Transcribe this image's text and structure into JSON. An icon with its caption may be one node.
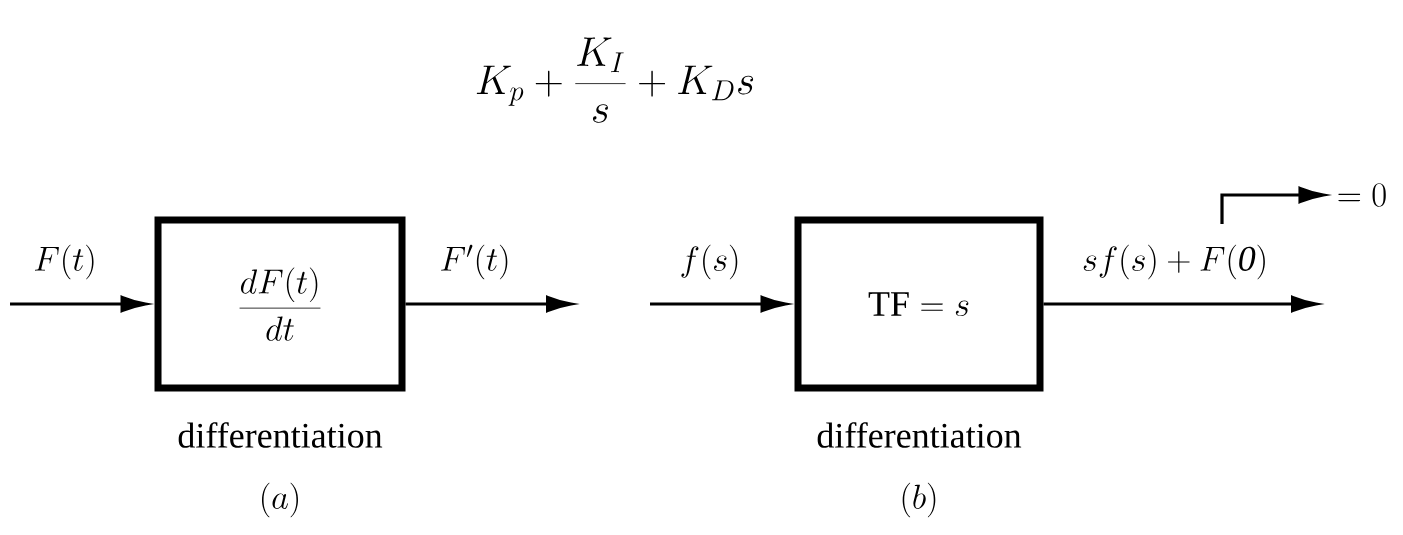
{
  "diagram": {
    "title": "K_p + \\frac{K_I}{s} + K_D s",
    "nodes": [
      {
        "text": [
          "\\frac{dF(t)}{dt}"
        ],
        "beside": [
          "differentiation"
        ]
      },
      {
        "text": [
          "\\mathrm{TF} = s"
        ],
        "beside": [
          "differentiation"
        ]
      },
      {
        "text": [
          "=0"
        ]
      }
    ],
    "edges": [
      {
        "from": null,
        "to": 0,
        "arrow": "to",
        "label": "F(t)"
      },
      {
        "from": 0,
        "to": null,
        "arrow": "to",
        "label": "F'(t)"
      },
      {
        "from": null,
        "to": 1,
        "arrow": "to",
        "label": "f(s)"
      },
      {
        "from": 1,
        "to": null,
        "arrow": "to",
        "label": "sf(s) + F(\\mathit{0})"
      },
      {
        "from": null,
        "to": 2,
        "arrow": "to"
      }
    ],
    "labels": [
      "(a)",
      "(b)"
    ]
  }
}
